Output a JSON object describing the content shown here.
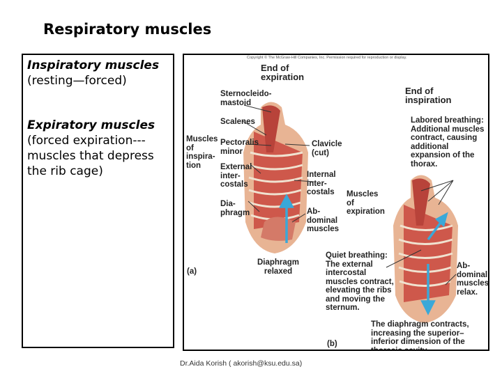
{
  "slide": {
    "title": "Respiratory muscles",
    "footer": "Dr.Aida Korish ( akorish@ksu.edu.sa)"
  },
  "left_panel": {
    "inspiratory_heading": "Inspiratory muscles",
    "inspiratory_note": "(resting—forced)",
    "expiratory_heading": "Expiratory muscles",
    "expiratory_note": "(forced expiration---muscles that depress the rib cage)"
  },
  "figure": {
    "copyright": "Copyright © The McGraw-Hill Companies, Inc. Permission required for reproduction or display.",
    "panel_a": {
      "end_of_expiration": "End of expiration",
      "sternocleidomastoid": "Sternocleido-mastoid",
      "scalenes": "Scalenes",
      "pectoralis_minor": "Pectoralis minor",
      "external_intercostals": "External inter-costals",
      "diaphragm": "Dia-phragm",
      "muscles_of_inspiration": "Muscles of inspira-tion",
      "clavicle": "Clavicle (cut)",
      "internal_intercostals": "Internal inter-costals",
      "abdominal_muscles": "Ab-dominal muscles",
      "muscles_of_expiration": "Muscles of expiration",
      "diaphragm_relaxed": "Diaphragm relaxed",
      "panel_label": "(a)"
    },
    "panel_b": {
      "end_of_inspiration": "End of inspiration",
      "labored_breathing": "Labored breathing: Additional muscles contract, causing additional expansion of the thorax.",
      "quiet_breathing": "Quiet breathing: The external intercostal muscles contract, elevating the ribs and moving the sternum.",
      "abdominal_relax": "Ab-dominal muscles relax.",
      "diaphragm_contracts": "The diaphragm contracts, increasing the superior–inferior dimension of the thoracic cavity.",
      "panel_label": "(b)"
    }
  }
}
